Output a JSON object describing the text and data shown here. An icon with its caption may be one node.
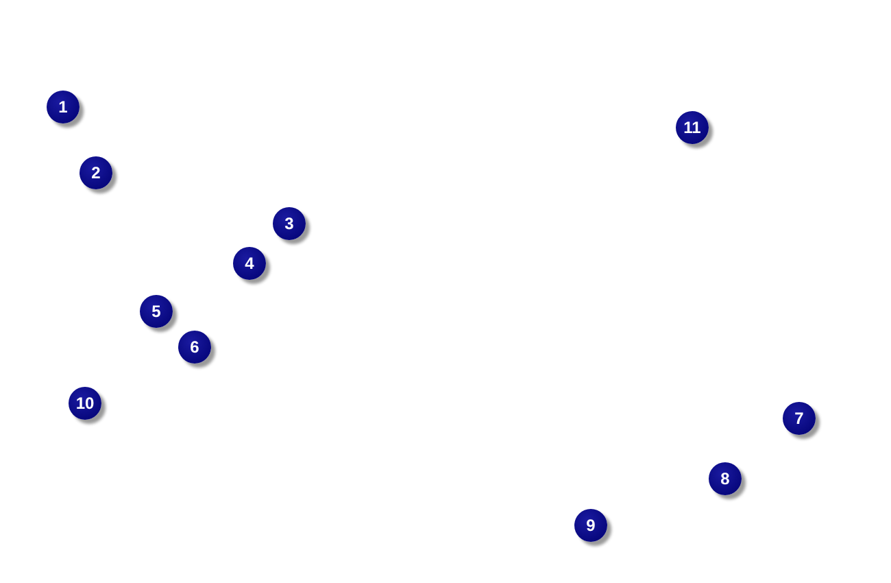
{
  "diagram": {
    "nodes": [
      {
        "text": [
          "1"
        ]
      },
      {
        "text": [
          "2"
        ]
      },
      {
        "text": [
          "3"
        ]
      },
      {
        "text": [
          "4"
        ]
      },
      {
        "text": [
          "5"
        ]
      },
      {
        "text": [
          "6"
        ]
      },
      {
        "text": [
          "7"
        ]
      },
      {
        "text": [
          "8"
        ]
      },
      {
        "text": [
          "9"
        ]
      },
      {
        "text": [
          "10"
        ]
      },
      {
        "text": [
          "11"
        ]
      }
    ],
    "edges": []
  }
}
